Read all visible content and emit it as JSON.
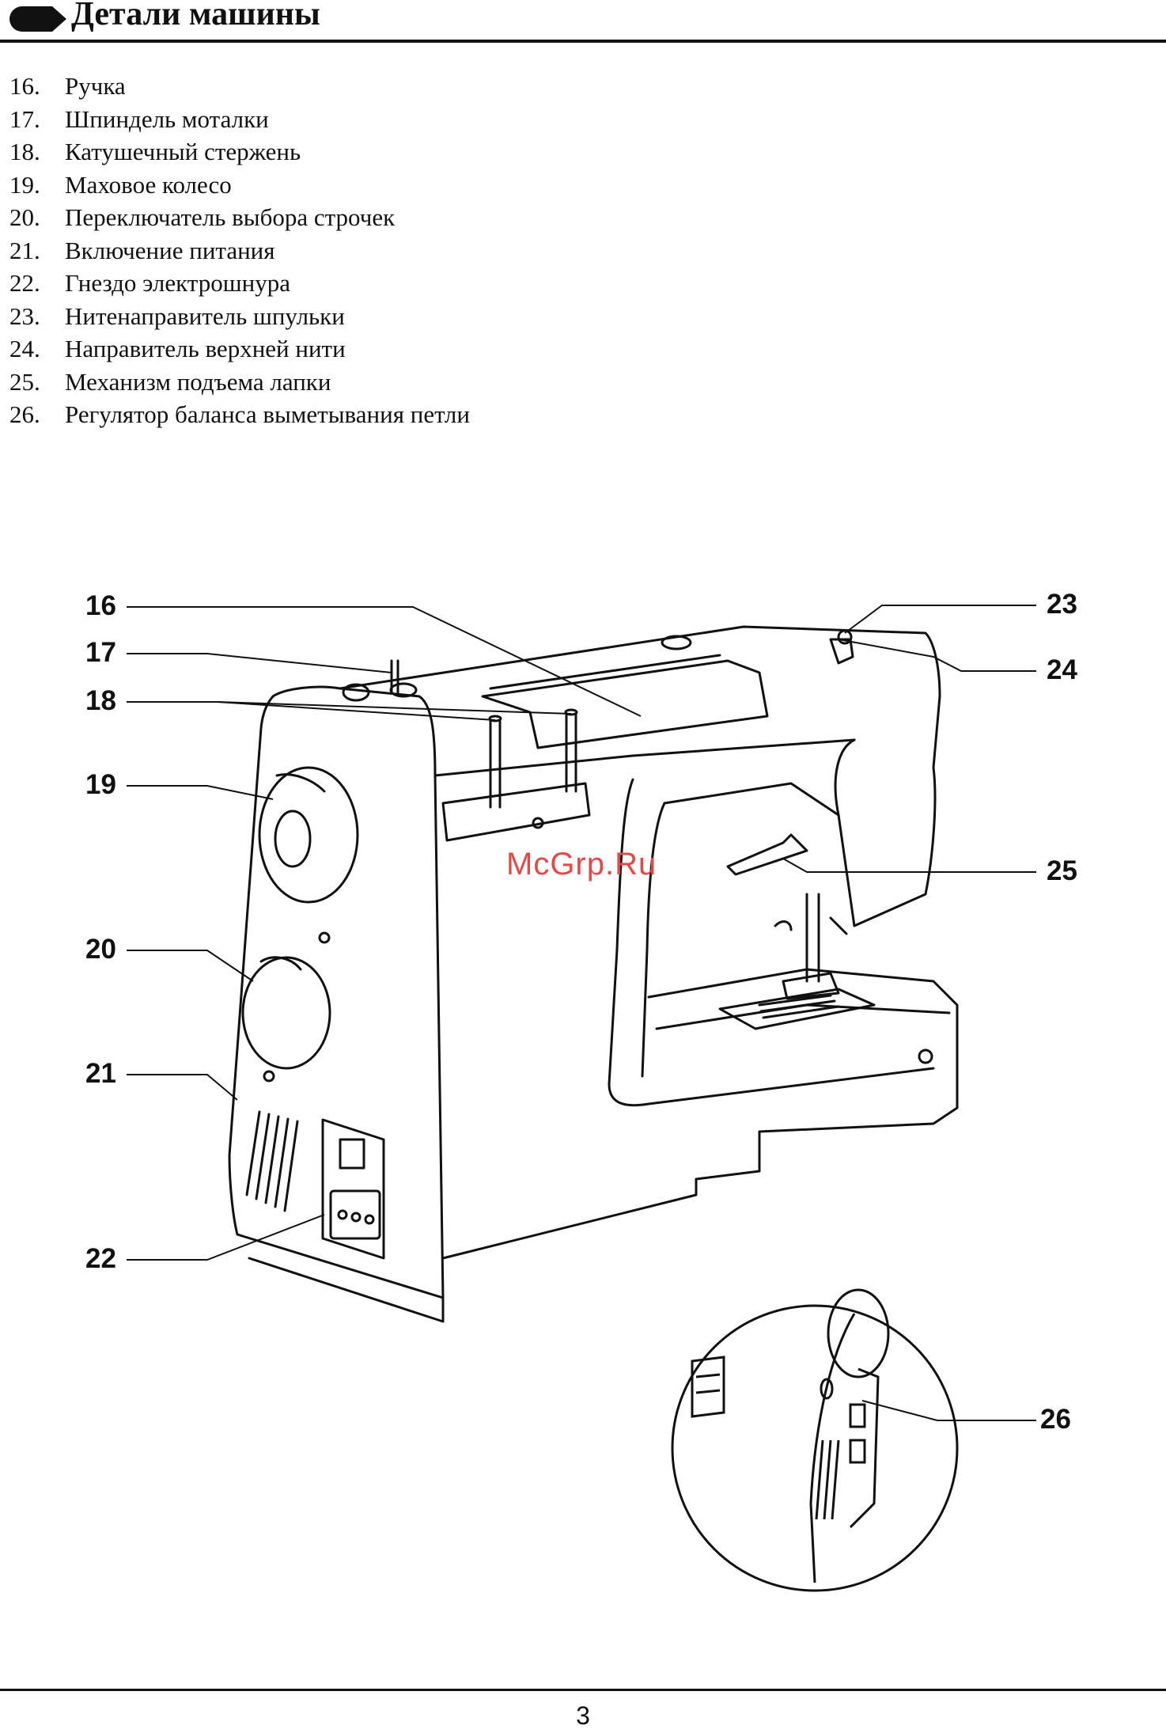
{
  "header": {
    "title": "Детали машины"
  },
  "parts": [
    {
      "num": "16.",
      "label": "Ручка"
    },
    {
      "num": "17.",
      "label": "Шпиндель моталки"
    },
    {
      "num": "18.",
      "label": "Катушечный стержень"
    },
    {
      "num": "19.",
      "label": "Маховое колесо"
    },
    {
      "num": "20.",
      "label": "Переключатель выбора строчек"
    },
    {
      "num": "21.",
      "label": "Включение питания"
    },
    {
      "num": "22.",
      "label": "Гнездо электрошнура"
    },
    {
      "num": "23.",
      "label": "Нитенаправитель шпульки"
    },
    {
      "num": "24.",
      "label": "Направитель верхней нити"
    },
    {
      "num": "25.",
      "label": "Механизм подъема лапки"
    },
    {
      "num": "26.",
      "label": "Регулятор баланса выметывания петли"
    }
  ],
  "callouts": {
    "c16": "16",
    "c17": "17",
    "c18": "18",
    "c19": "19",
    "c20": "20",
    "c21": "21",
    "c22": "22",
    "c23": "23",
    "c24": "24",
    "c25": "25",
    "c26": "26"
  },
  "watermark": "McGrp.Ru",
  "footer": {
    "page": "3"
  }
}
